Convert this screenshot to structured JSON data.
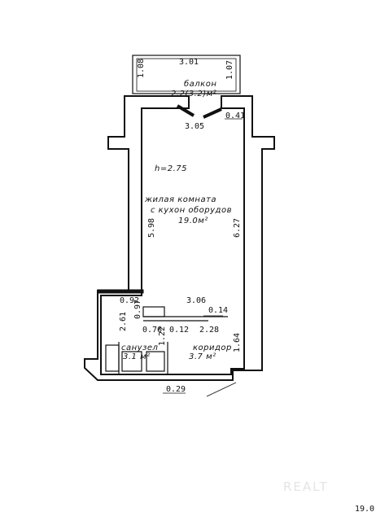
{
  "balcony": {
    "title": "балкон",
    "area": "2.2(3.2)м²",
    "width_top": "3.01",
    "depth_left": "1.08",
    "depth_right": "1.07"
  },
  "living": {
    "title_line1": "жилая комната",
    "title_line2": "с кухон оборудов",
    "area": "19.0м²",
    "height": "h=2.75",
    "width_top": "3.05",
    "width_bottom": "3.06",
    "length_left": "5.98",
    "length_right": "6.27",
    "niche": "0.41"
  },
  "bathroom": {
    "title": "санузел",
    "area": "3.1 м²",
    "dim_top": "0.92",
    "dim_side": "2.61",
    "dim_small": "0.97",
    "dim_bottom": "0.76",
    "dim_vertical": "1.22"
  },
  "corridor": {
    "title": "коридор",
    "area": "3.7 м²",
    "dim_width": "2.28",
    "dim_length": "1.64",
    "dim_small1": "0.12",
    "dim_small2": "0.14"
  },
  "bottom_dim": "0.29",
  "corner_text": "19.0",
  "watermark": "REALT"
}
